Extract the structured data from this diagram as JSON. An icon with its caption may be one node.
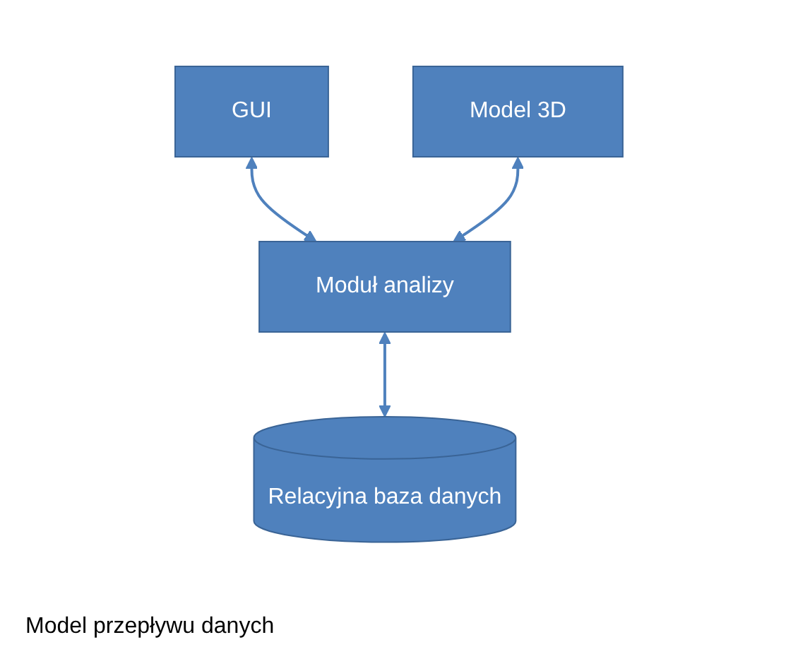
{
  "diagram": {
    "caption": "Model przepływu danych",
    "nodes": [
      {
        "text": [
          "GUI"
        ]
      },
      {
        "text": [
          "Model 3D"
        ]
      },
      {
        "text": [
          "Moduł analizy"
        ]
      },
      {
        "text": [
          "Relacyjna baza danych"
        ]
      }
    ],
    "edges": [
      {
        "from": 0,
        "to": 2,
        "arrow": "both"
      },
      {
        "from": 1,
        "to": 2,
        "arrow": "both"
      },
      {
        "from": 2,
        "to": 3,
        "arrow": "both"
      }
    ]
  }
}
